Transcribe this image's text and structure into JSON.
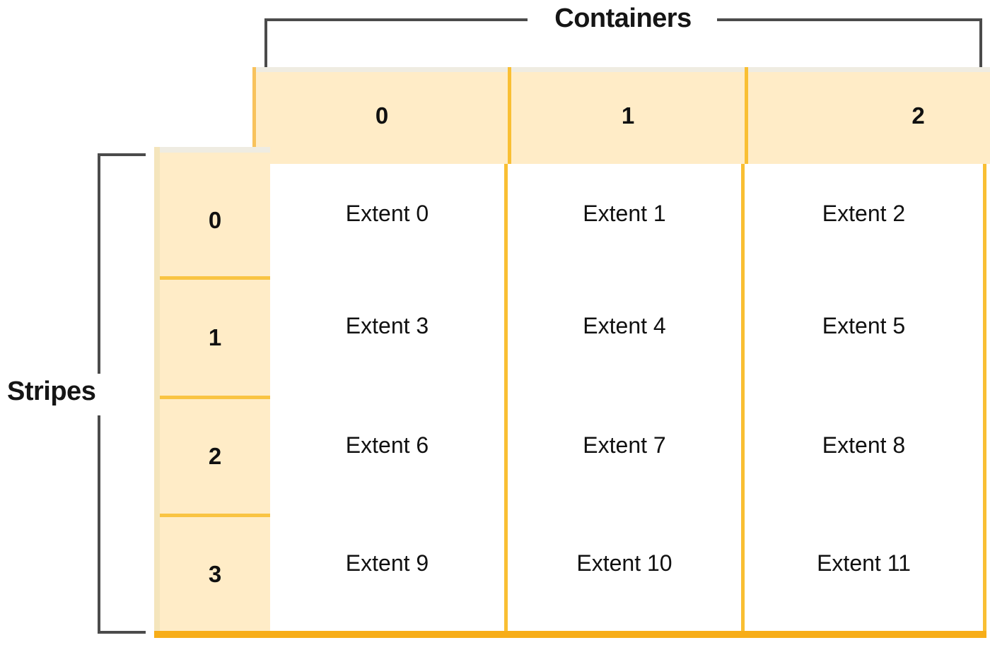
{
  "diagram": {
    "title_top": "Containers",
    "title_left": "Stripes",
    "column_headers": [
      "0",
      "1",
      "2"
    ],
    "row_headers": [
      "0",
      "1",
      "2",
      "3"
    ],
    "cells": [
      [
        "Extent 0",
        "Extent 1",
        "Extent 2"
      ],
      [
        "Extent 3",
        "Extent 4",
        "Extent 5"
      ],
      [
        "Extent 6",
        "Extent 7",
        "Extent 8"
      ],
      [
        "Extent 9",
        "Extent 10",
        "Extent 11"
      ]
    ],
    "colors": {
      "header_fill": "#ffecc7",
      "separator": "#f9bf33",
      "bottom_rule": "#f7ad18",
      "bracket": "#4b4b4b",
      "text": "#111111",
      "background": "#ffffff"
    }
  }
}
